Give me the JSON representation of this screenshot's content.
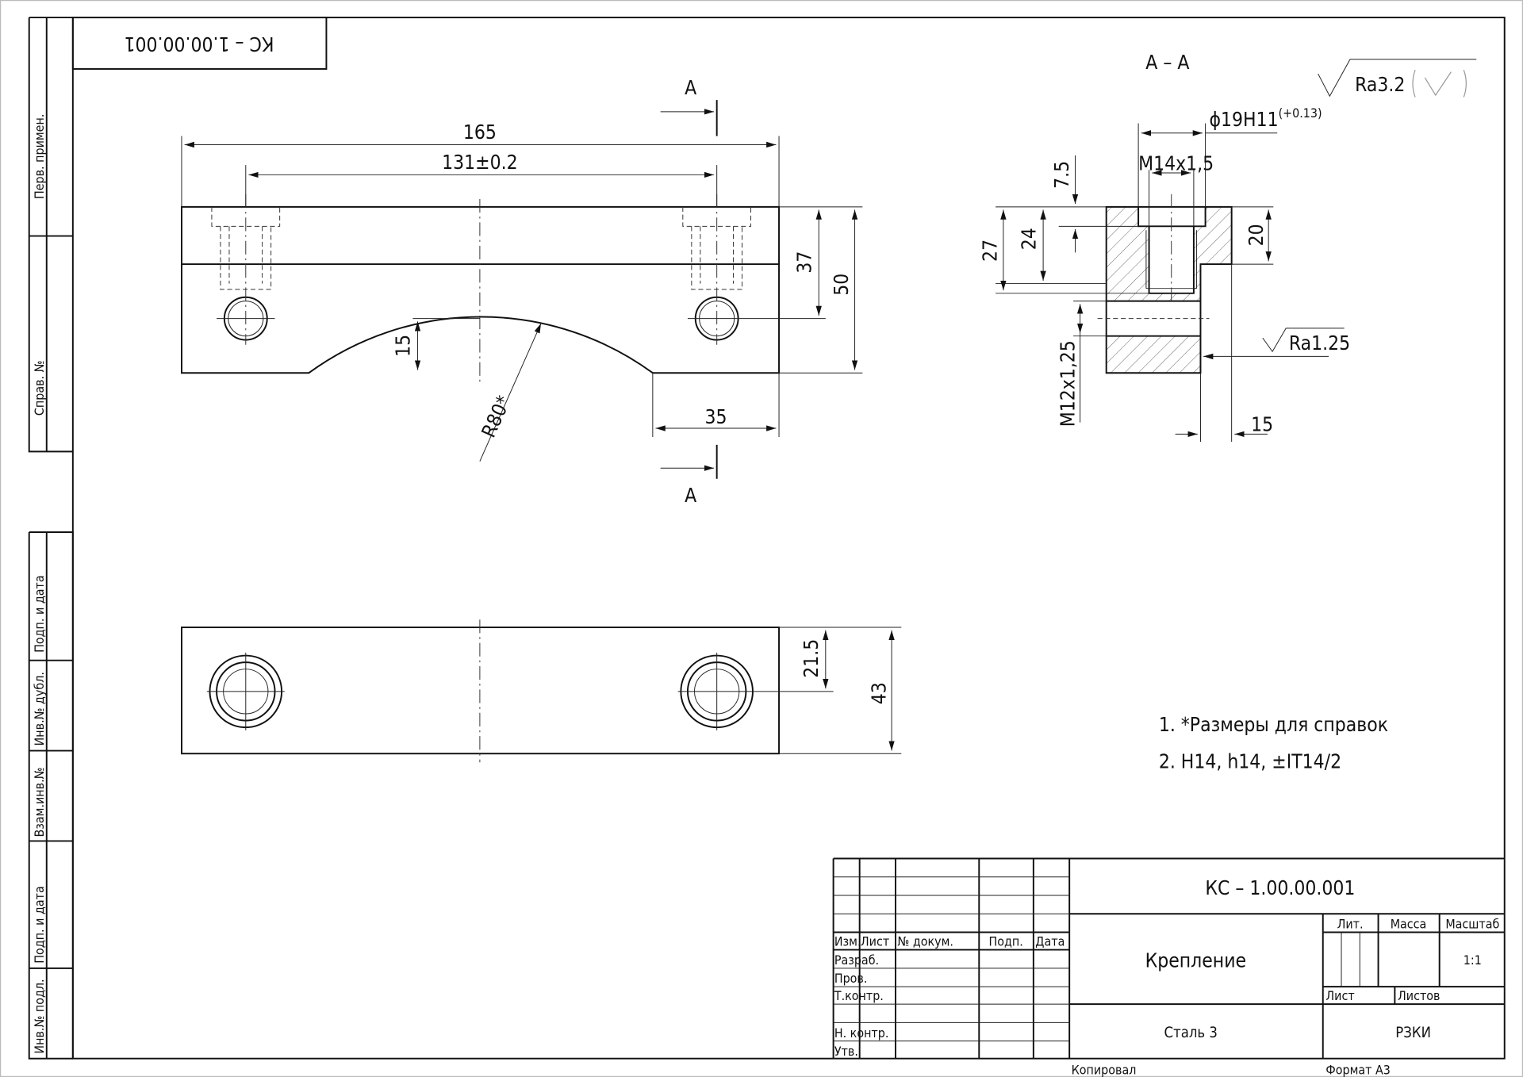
{
  "stamp_rotated": "КС – 1.00.00.001",
  "side_strip": {
    "top": [
      "Перв. примен.",
      "Справ. №"
    ],
    "bottom": [
      "Подп. и дата",
      "Инв.№ дубл.",
      "Взам.инв.№",
      "Подп. и дата",
      "Инв.№ подл."
    ]
  },
  "front_view": {
    "dim_overall": "165",
    "dim_holes": "131±0.2",
    "dim_37": "37",
    "dim_50": "50",
    "dim_15": "15",
    "dim_35": "35",
    "radius": "R80*",
    "section_mark_top": "A",
    "section_mark_bottom": "A"
  },
  "top_view": {
    "dim_21_5": "21.5",
    "dim_43": "43"
  },
  "section": {
    "title": "А – А",
    "counterbore": "ϕ19H11",
    "counterbore_tol": "(+0.13)",
    "thread_top": "M14x1,5",
    "thread_side": "M12x1,25",
    "dim_7_5": "7.5",
    "dim_27": "27",
    "dim_24": "24",
    "dim_20": "20",
    "dim_15": "15",
    "roughness_face": "Ra1.25"
  },
  "roughness_general": "Ra3.2",
  "notes": [
    "1. *Размеры для справок",
    "2. H14, h14, ±IT14/2"
  ],
  "title_block": {
    "designation": "КС – 1.00.00.001",
    "name": "Крепление",
    "material": "Сталь 3",
    "organization": "РЗКИ",
    "scale": "1:1",
    "headers": [
      "Изм.",
      "Лист",
      "№ докум.",
      "Подп.",
      "Дата"
    ],
    "roles": [
      "Разраб.",
      "Пров.",
      "Т.контр.",
      "Н. контр.",
      "Утв."
    ],
    "lit": "Лит.",
    "mass": "Масса",
    "scale_label": "Масштаб",
    "sheet": "Лист",
    "sheets": "Листов",
    "copied": "Копировал",
    "format": "Формат  А3"
  }
}
